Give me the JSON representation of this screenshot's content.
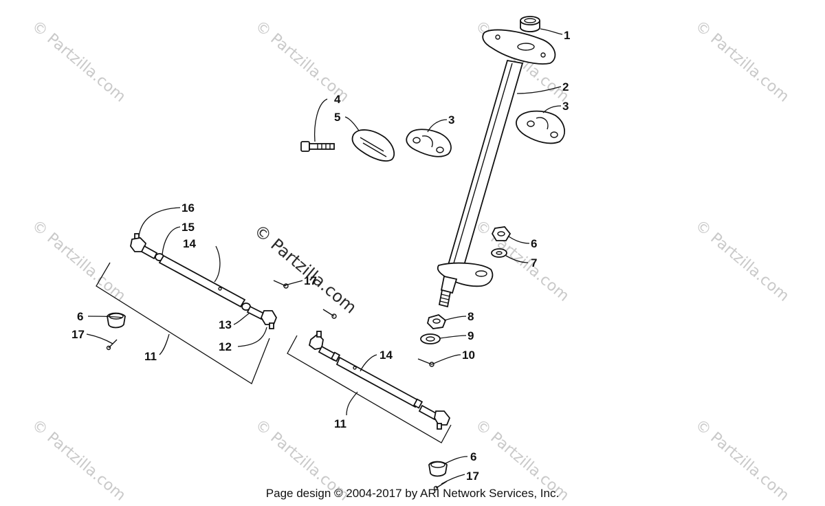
{
  "callouts": [
    {
      "id": "c1",
      "label": "1"
    },
    {
      "id": "c2",
      "label": "2"
    },
    {
      "id": "c3a",
      "label": "3"
    },
    {
      "id": "c3b",
      "label": "3"
    },
    {
      "id": "c4",
      "label": "4"
    },
    {
      "id": "c5",
      "label": "5"
    },
    {
      "id": "c6a",
      "label": "6"
    },
    {
      "id": "c7",
      "label": "7"
    },
    {
      "id": "c8",
      "label": "8"
    },
    {
      "id": "c9",
      "label": "9"
    },
    {
      "id": "c10",
      "label": "10"
    },
    {
      "id": "c14a",
      "label": "14"
    },
    {
      "id": "c11a",
      "label": "11"
    },
    {
      "id": "c6b",
      "label": "6"
    },
    {
      "id": "c17a",
      "label": "17"
    },
    {
      "id": "c16",
      "label": "16"
    },
    {
      "id": "c15",
      "label": "15"
    },
    {
      "id": "c14b",
      "label": "14"
    },
    {
      "id": "c17b",
      "label": "17"
    },
    {
      "id": "c13",
      "label": "13"
    },
    {
      "id": "c12",
      "label": "12"
    },
    {
      "id": "c11b",
      "label": "11"
    },
    {
      "id": "c6c",
      "label": "6"
    },
    {
      "id": "c17c",
      "label": "17"
    }
  ],
  "watermark": {
    "text": "© Partzilla.com",
    "center_text": "© Partzilla.com"
  },
  "footer": {
    "text": "Page design © 2004-2017 by ARI Network Services, Inc."
  }
}
